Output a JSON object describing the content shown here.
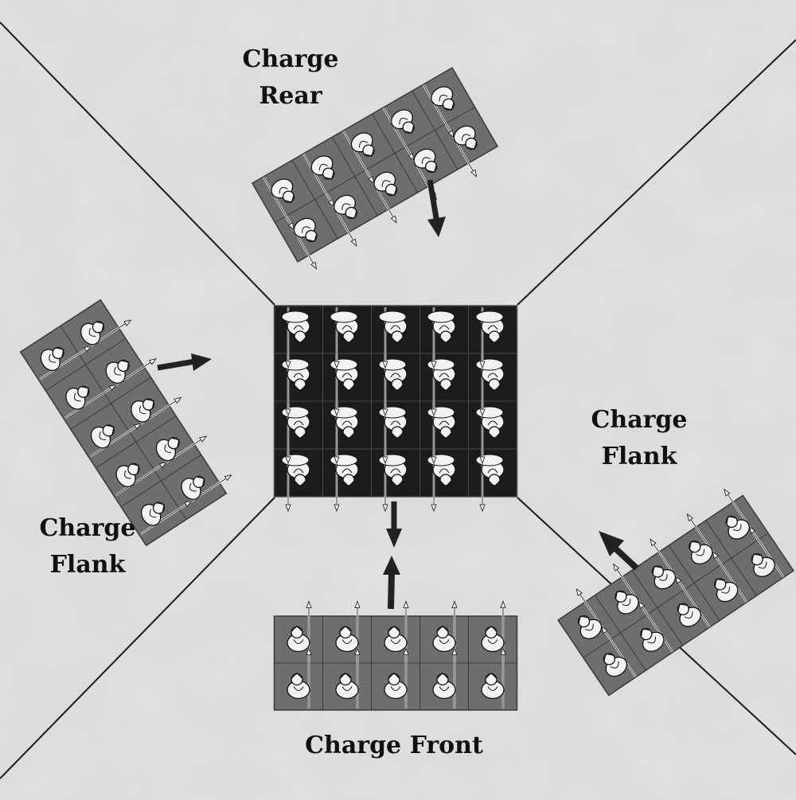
{
  "colors": {
    "background": "#dcdcdc",
    "mottle": "#c8c8c8",
    "diagonal_line": "#1a1a1a",
    "target_fill": "#1c1c1c",
    "target_grid": "#4a4a4a",
    "charger_fill": "#6e6e6e",
    "charger_grid": "#3a3a3a",
    "arrow": "#222222",
    "figure_light": "#f2f2f2",
    "figure_stroke": "#111111"
  },
  "icons": {
    "soldier": "spearman-figure-icon",
    "arrow": "charge-arrow-icon"
  },
  "labels": {
    "rear": {
      "line1": "Charge",
      "line2": "Rear"
    },
    "left_flank": {
      "line1": "Charge",
      "line2": "Flank"
    },
    "right_flank": {
      "line1": "Charge",
      "line2": "Flank"
    },
    "front": {
      "line1": "Charge Front"
    }
  },
  "units": {
    "target": {
      "columns": 5,
      "ranks": 4
    },
    "rear_charger": {
      "columns": 5,
      "ranks": 2
    },
    "left_flank_charger": {
      "columns": 5,
      "ranks": 2
    },
    "right_flank_charger": {
      "columns": 5,
      "ranks": 2
    },
    "front_charger": {
      "columns": 5,
      "ranks": 2
    }
  }
}
